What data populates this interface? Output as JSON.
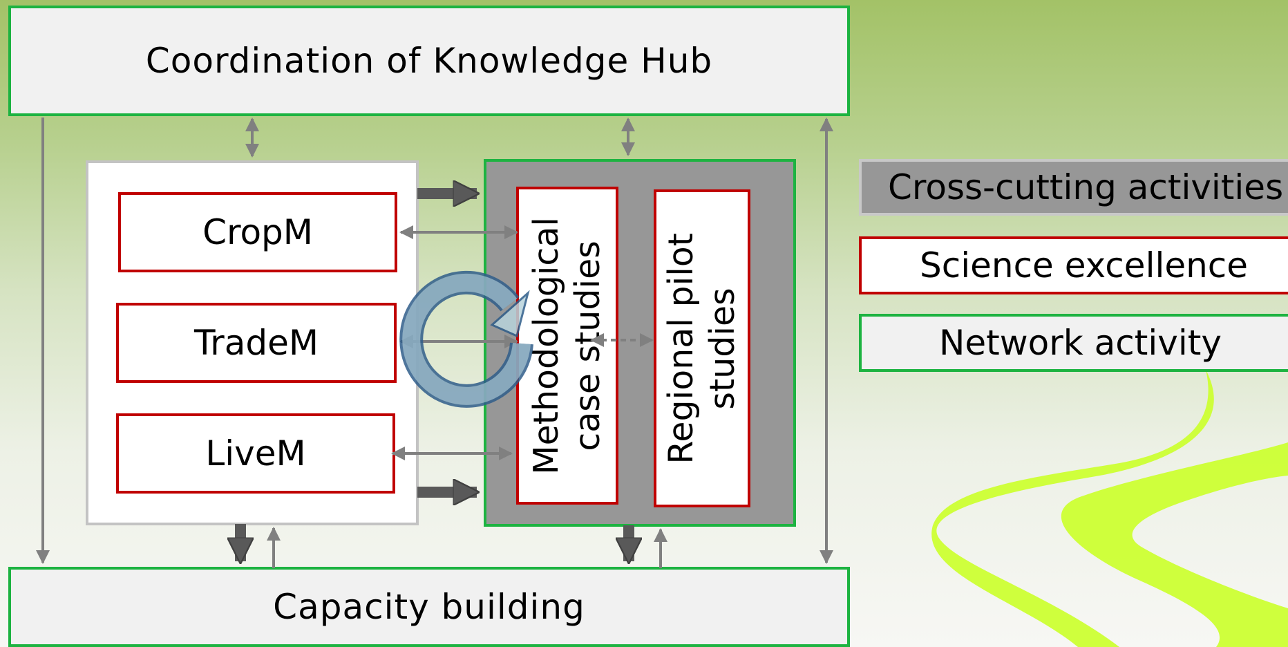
{
  "hub": {
    "title": "Coordination of Knowledge Hub"
  },
  "capacity": {
    "title": "Capacity building"
  },
  "models": {
    "crop": "CropM",
    "trade": "TradeM",
    "live": "LiveM"
  },
  "studies": {
    "methodological_line1": "Methodological",
    "methodological_line2": "case studies",
    "regional_line1": "Regional pilot",
    "regional_line2": "studies"
  },
  "legend": {
    "cross_cutting": "Cross-cutting activities",
    "science": "Science excellence",
    "network": "Network activity"
  },
  "colors": {
    "network_border": "#1db341",
    "science_border": "#c00000",
    "cross_cutting_fill": "#979797",
    "accent_green": "#ccff33"
  },
  "icons": [
    "cycle-arrow-icon"
  ]
}
